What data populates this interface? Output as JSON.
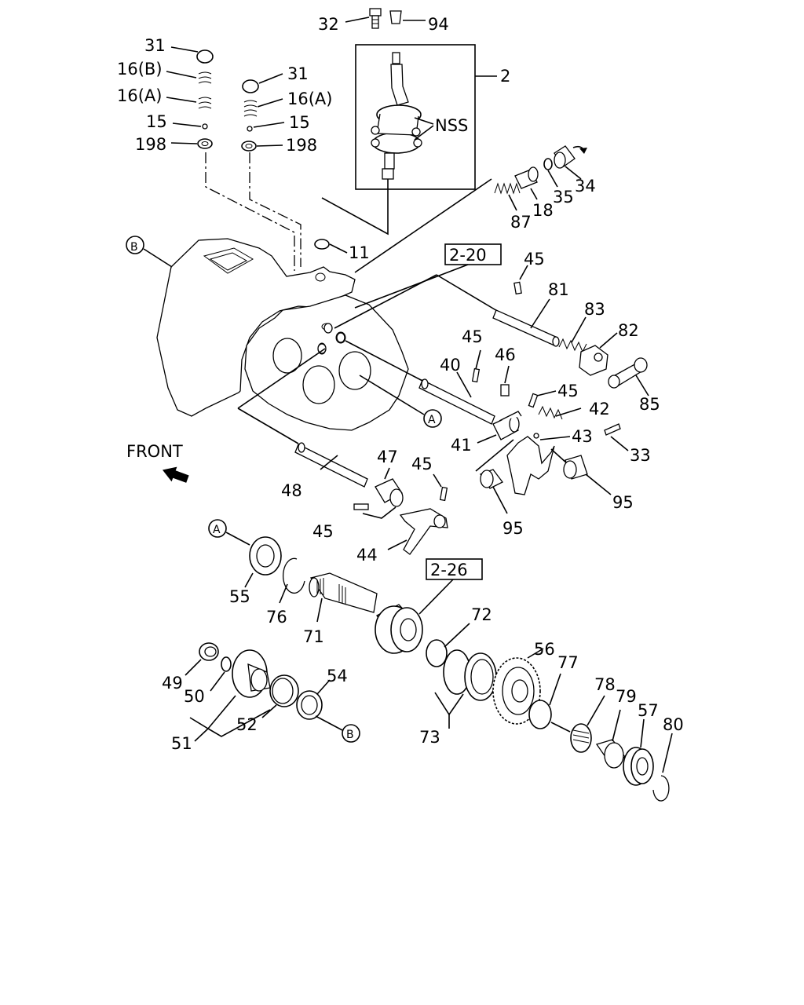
{
  "diagram": {
    "front_label": "FRONT",
    "nss_label": "NSS",
    "ref_boxes": [
      {
        "id": "2-20",
        "text": "2-20"
      },
      {
        "id": "2-26",
        "text": "2-26"
      }
    ],
    "circle_refs": [
      {
        "id": "B-top",
        "text": "B"
      },
      {
        "id": "A-mid",
        "text": "A"
      },
      {
        "id": "A-lower",
        "text": "A"
      },
      {
        "id": "B-bottom",
        "text": "B"
      }
    ],
    "callouts": [
      {
        "id": "c32",
        "text": "32"
      },
      {
        "id": "c94",
        "text": "94"
      },
      {
        "id": "c2",
        "text": "2"
      },
      {
        "id": "c31a",
        "text": "31"
      },
      {
        "id": "c16b",
        "text": "16(B)"
      },
      {
        "id": "c16a1",
        "text": "16(A)"
      },
      {
        "id": "c15a",
        "text": "15"
      },
      {
        "id": "c198a",
        "text": "198"
      },
      {
        "id": "c31b",
        "text": "31"
      },
      {
        "id": "c16a2",
        "text": "16(A)"
      },
      {
        "id": "c15b",
        "text": "15"
      },
      {
        "id": "c198b",
        "text": "198"
      },
      {
        "id": "c34",
        "text": "34"
      },
      {
        "id": "c35",
        "text": "35"
      },
      {
        "id": "c18",
        "text": "18"
      },
      {
        "id": "c87",
        "text": "87"
      },
      {
        "id": "c11",
        "text": "11"
      },
      {
        "id": "c45a",
        "text": "45"
      },
      {
        "id": "c81",
        "text": "81"
      },
      {
        "id": "c83",
        "text": "83"
      },
      {
        "id": "c82",
        "text": "82"
      },
      {
        "id": "c85",
        "text": "85"
      },
      {
        "id": "c45b",
        "text": "45"
      },
      {
        "id": "c46",
        "text": "46"
      },
      {
        "id": "c40",
        "text": "40"
      },
      {
        "id": "c45c",
        "text": "45"
      },
      {
        "id": "c42",
        "text": "42"
      },
      {
        "id": "c41",
        "text": "41"
      },
      {
        "id": "c43",
        "text": "43"
      },
      {
        "id": "c33",
        "text": "33"
      },
      {
        "id": "c47",
        "text": "47"
      },
      {
        "id": "c45d",
        "text": "45"
      },
      {
        "id": "c48",
        "text": "48"
      },
      {
        "id": "c95a",
        "text": "95"
      },
      {
        "id": "c95b",
        "text": "95"
      },
      {
        "id": "c45e",
        "text": "45"
      },
      {
        "id": "c44",
        "text": "44"
      },
      {
        "id": "c55",
        "text": "55"
      },
      {
        "id": "c76",
        "text": "76"
      },
      {
        "id": "c71",
        "text": "71"
      },
      {
        "id": "c72",
        "text": "72"
      },
      {
        "id": "c56",
        "text": "56"
      },
      {
        "id": "c77",
        "text": "77"
      },
      {
        "id": "c49",
        "text": "49"
      },
      {
        "id": "c50",
        "text": "50"
      },
      {
        "id": "c54",
        "text": "54"
      },
      {
        "id": "c52",
        "text": "52"
      },
      {
        "id": "c51",
        "text": "51"
      },
      {
        "id": "c73",
        "text": "73"
      },
      {
        "id": "c78",
        "text": "78"
      },
      {
        "id": "c79",
        "text": "79"
      },
      {
        "id": "c57",
        "text": "57"
      },
      {
        "id": "c80",
        "text": "80"
      }
    ]
  }
}
